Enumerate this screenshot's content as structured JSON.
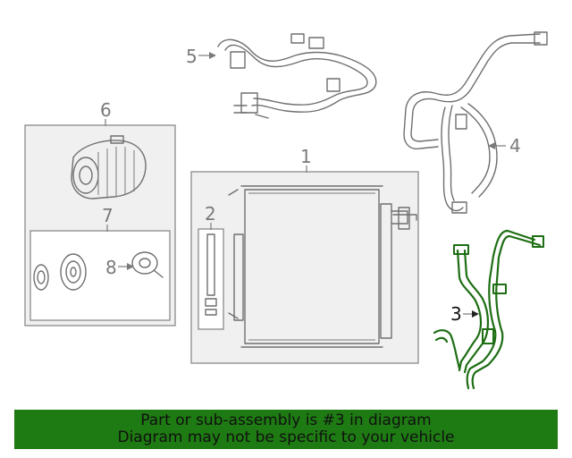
{
  "colors": {
    "highlight": "#1e6e14",
    "banner_background": "#1e7a12",
    "line": "#6f6f6f",
    "box_fill": "#f0f0f0"
  },
  "callouts": [
    {
      "number": "1",
      "part": "condenser"
    },
    {
      "number": "2",
      "part": "receiver-drier"
    },
    {
      "number": "3",
      "part": "liquid-line-hose",
      "highlighted": true
    },
    {
      "number": "4",
      "part": "suction-line"
    },
    {
      "number": "5",
      "part": "discharge-line"
    },
    {
      "number": "6",
      "part": "compressor"
    },
    {
      "number": "7",
      "part": "clutch-assembly"
    },
    {
      "number": "8",
      "part": "clutch-coil"
    }
  ],
  "banner": {
    "line1": "Part or sub-assembly is #3 in diagram",
    "line2": "Diagram may not be specific to your vehicle"
  }
}
